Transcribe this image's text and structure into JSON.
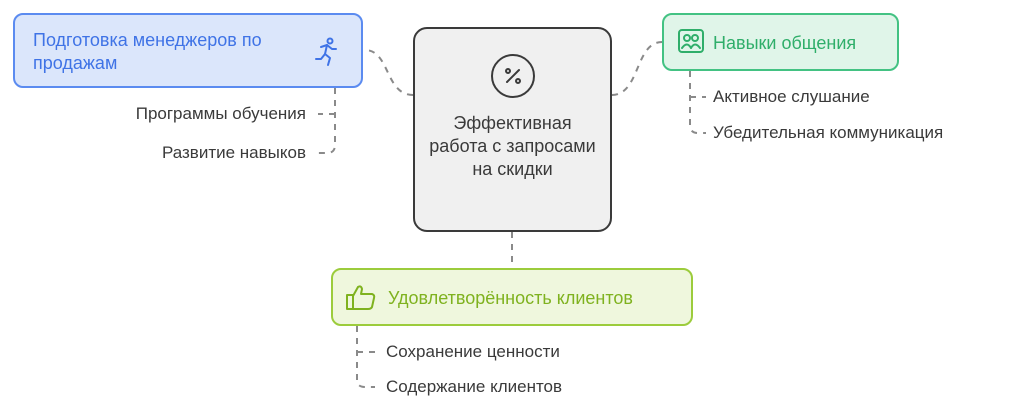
{
  "center": {
    "title": "Эффективная работа с запросами на скидки",
    "icon": "percent-icon"
  },
  "branches": {
    "training": {
      "title": "Подготовка менеджеров по продажам",
      "icon": "running-person-icon",
      "items": [
        "Программы обучения",
        "Развитие навыков"
      ],
      "colors": {
        "fill": "#dbe6fb",
        "border": "#5b8bf0",
        "text": "#3f73e6"
      }
    },
    "communication": {
      "title": "Навыки общения",
      "icon": "people-icon",
      "items": [
        "Активное слушание",
        "Убедительная коммуникация"
      ],
      "colors": {
        "fill": "#e0f5e9",
        "border": "#43c283",
        "text": "#2fae6a"
      }
    },
    "satisfaction": {
      "title": "Удовлетворённость клиентов",
      "icon": "thumbs-up-icon",
      "items": [
        "Сохранение ценности",
        "Содержание клиентов"
      ],
      "colors": {
        "fill": "#eff7dd",
        "border": "#9ccc3c",
        "text": "#7fb21f"
      }
    }
  }
}
